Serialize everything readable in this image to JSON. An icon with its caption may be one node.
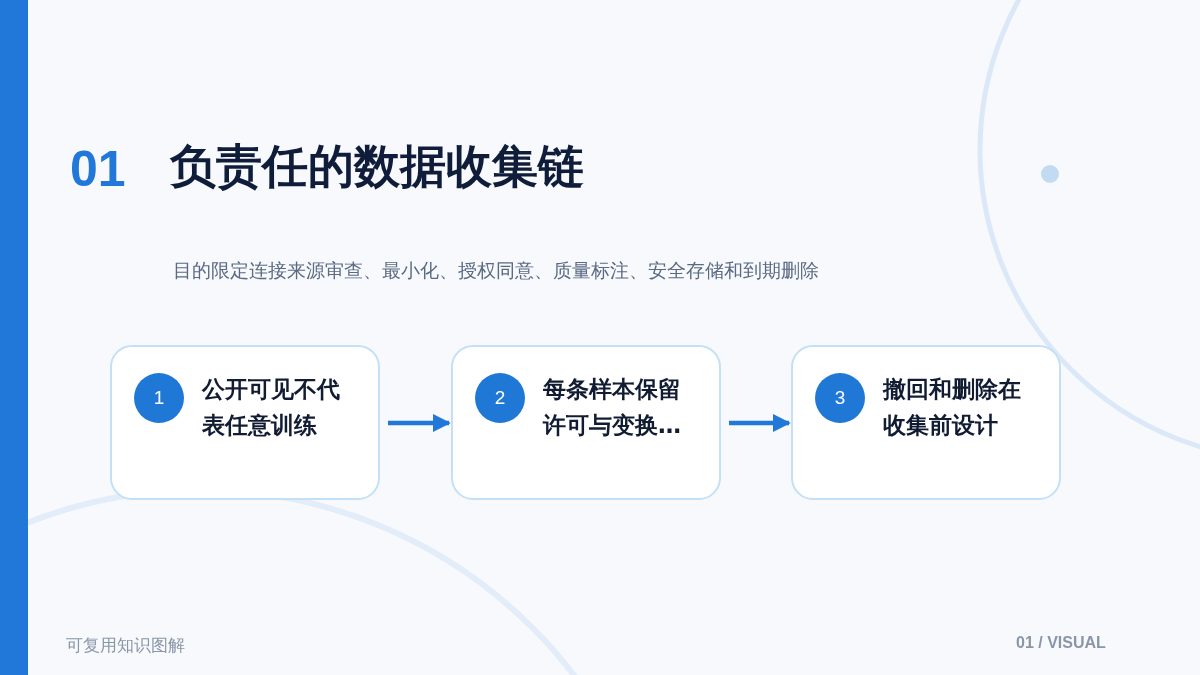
{
  "diagram": {
    "title": "负责任的数据收集链",
    "nodes": [
      {
        "text": [
          "1",
          "公开可见不代表任意训练"
        ]
      },
      {
        "text": [
          "2",
          "每条样本保留许可与变换…"
        ]
      },
      {
        "text": [
          "3",
          "撤回和删除在收集前设计"
        ]
      }
    ],
    "edges": [
      {
        "from": 0,
        "to": 1,
        "arrow": "to"
      },
      {
        "from": 1,
        "to": 2,
        "arrow": "to"
      }
    ],
    "labels": [
      "01",
      "目的限定连接来源审查、最小化、授权同意、质量标注、安全存储和到期删除",
      "可复用知识图解",
      "01 / VISUAL"
    ]
  }
}
